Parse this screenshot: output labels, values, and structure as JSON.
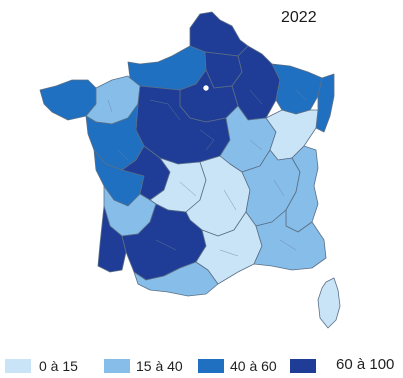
{
  "title": "2022",
  "colors": {
    "c0": "#c9e3f7",
    "c1": "#86bde9",
    "c2": "#1f70c1",
    "c3": "#1f3d96",
    "border": "#5a6f86"
  },
  "legend": [
    {
      "label": "0 à 15",
      "class": "c0"
    },
    {
      "label": "15 à 40",
      "class": "c1"
    },
    {
      "label": "40 à 60",
      "class": "c2"
    },
    {
      "label": "60 à 100",
      "class": "c3"
    }
  ],
  "regions": [
    {
      "name": "north",
      "class": "c3"
    },
    {
      "name": "normandy",
      "class": "c2"
    },
    {
      "name": "picardy",
      "class": "c3"
    },
    {
      "name": "champagne",
      "class": "c3"
    },
    {
      "name": "lorraine",
      "class": "c2"
    },
    {
      "name": "alsace",
      "class": "c2"
    },
    {
      "name": "brittany-west",
      "class": "c2"
    },
    {
      "name": "brittany-center",
      "class": "c1"
    },
    {
      "name": "paris-basin",
      "class": "c3"
    },
    {
      "name": "center",
      "class": "c3"
    },
    {
      "name": "loire",
      "class": "c2"
    },
    {
      "name": "burgundy",
      "class": "c1"
    },
    {
      "name": "franche-comte",
      "class": "c0"
    },
    {
      "name": "vendee-charente",
      "class": "c2"
    },
    {
      "name": "charente",
      "class": "c3"
    },
    {
      "name": "limousin",
      "class": "c0"
    },
    {
      "name": "auvergne",
      "class": "c0"
    },
    {
      "name": "rhone-alps",
      "class": "c1"
    },
    {
      "name": "alps",
      "class": "c1"
    },
    {
      "name": "gironde",
      "class": "c1"
    },
    {
      "name": "landes",
      "class": "c3"
    },
    {
      "name": "occitanie-west",
      "class": "c3"
    },
    {
      "name": "occitanie-south",
      "class": "c1"
    },
    {
      "name": "occitanie-east",
      "class": "c0"
    },
    {
      "name": "provence",
      "class": "c1"
    },
    {
      "name": "corsica",
      "class": "c0"
    }
  ]
}
